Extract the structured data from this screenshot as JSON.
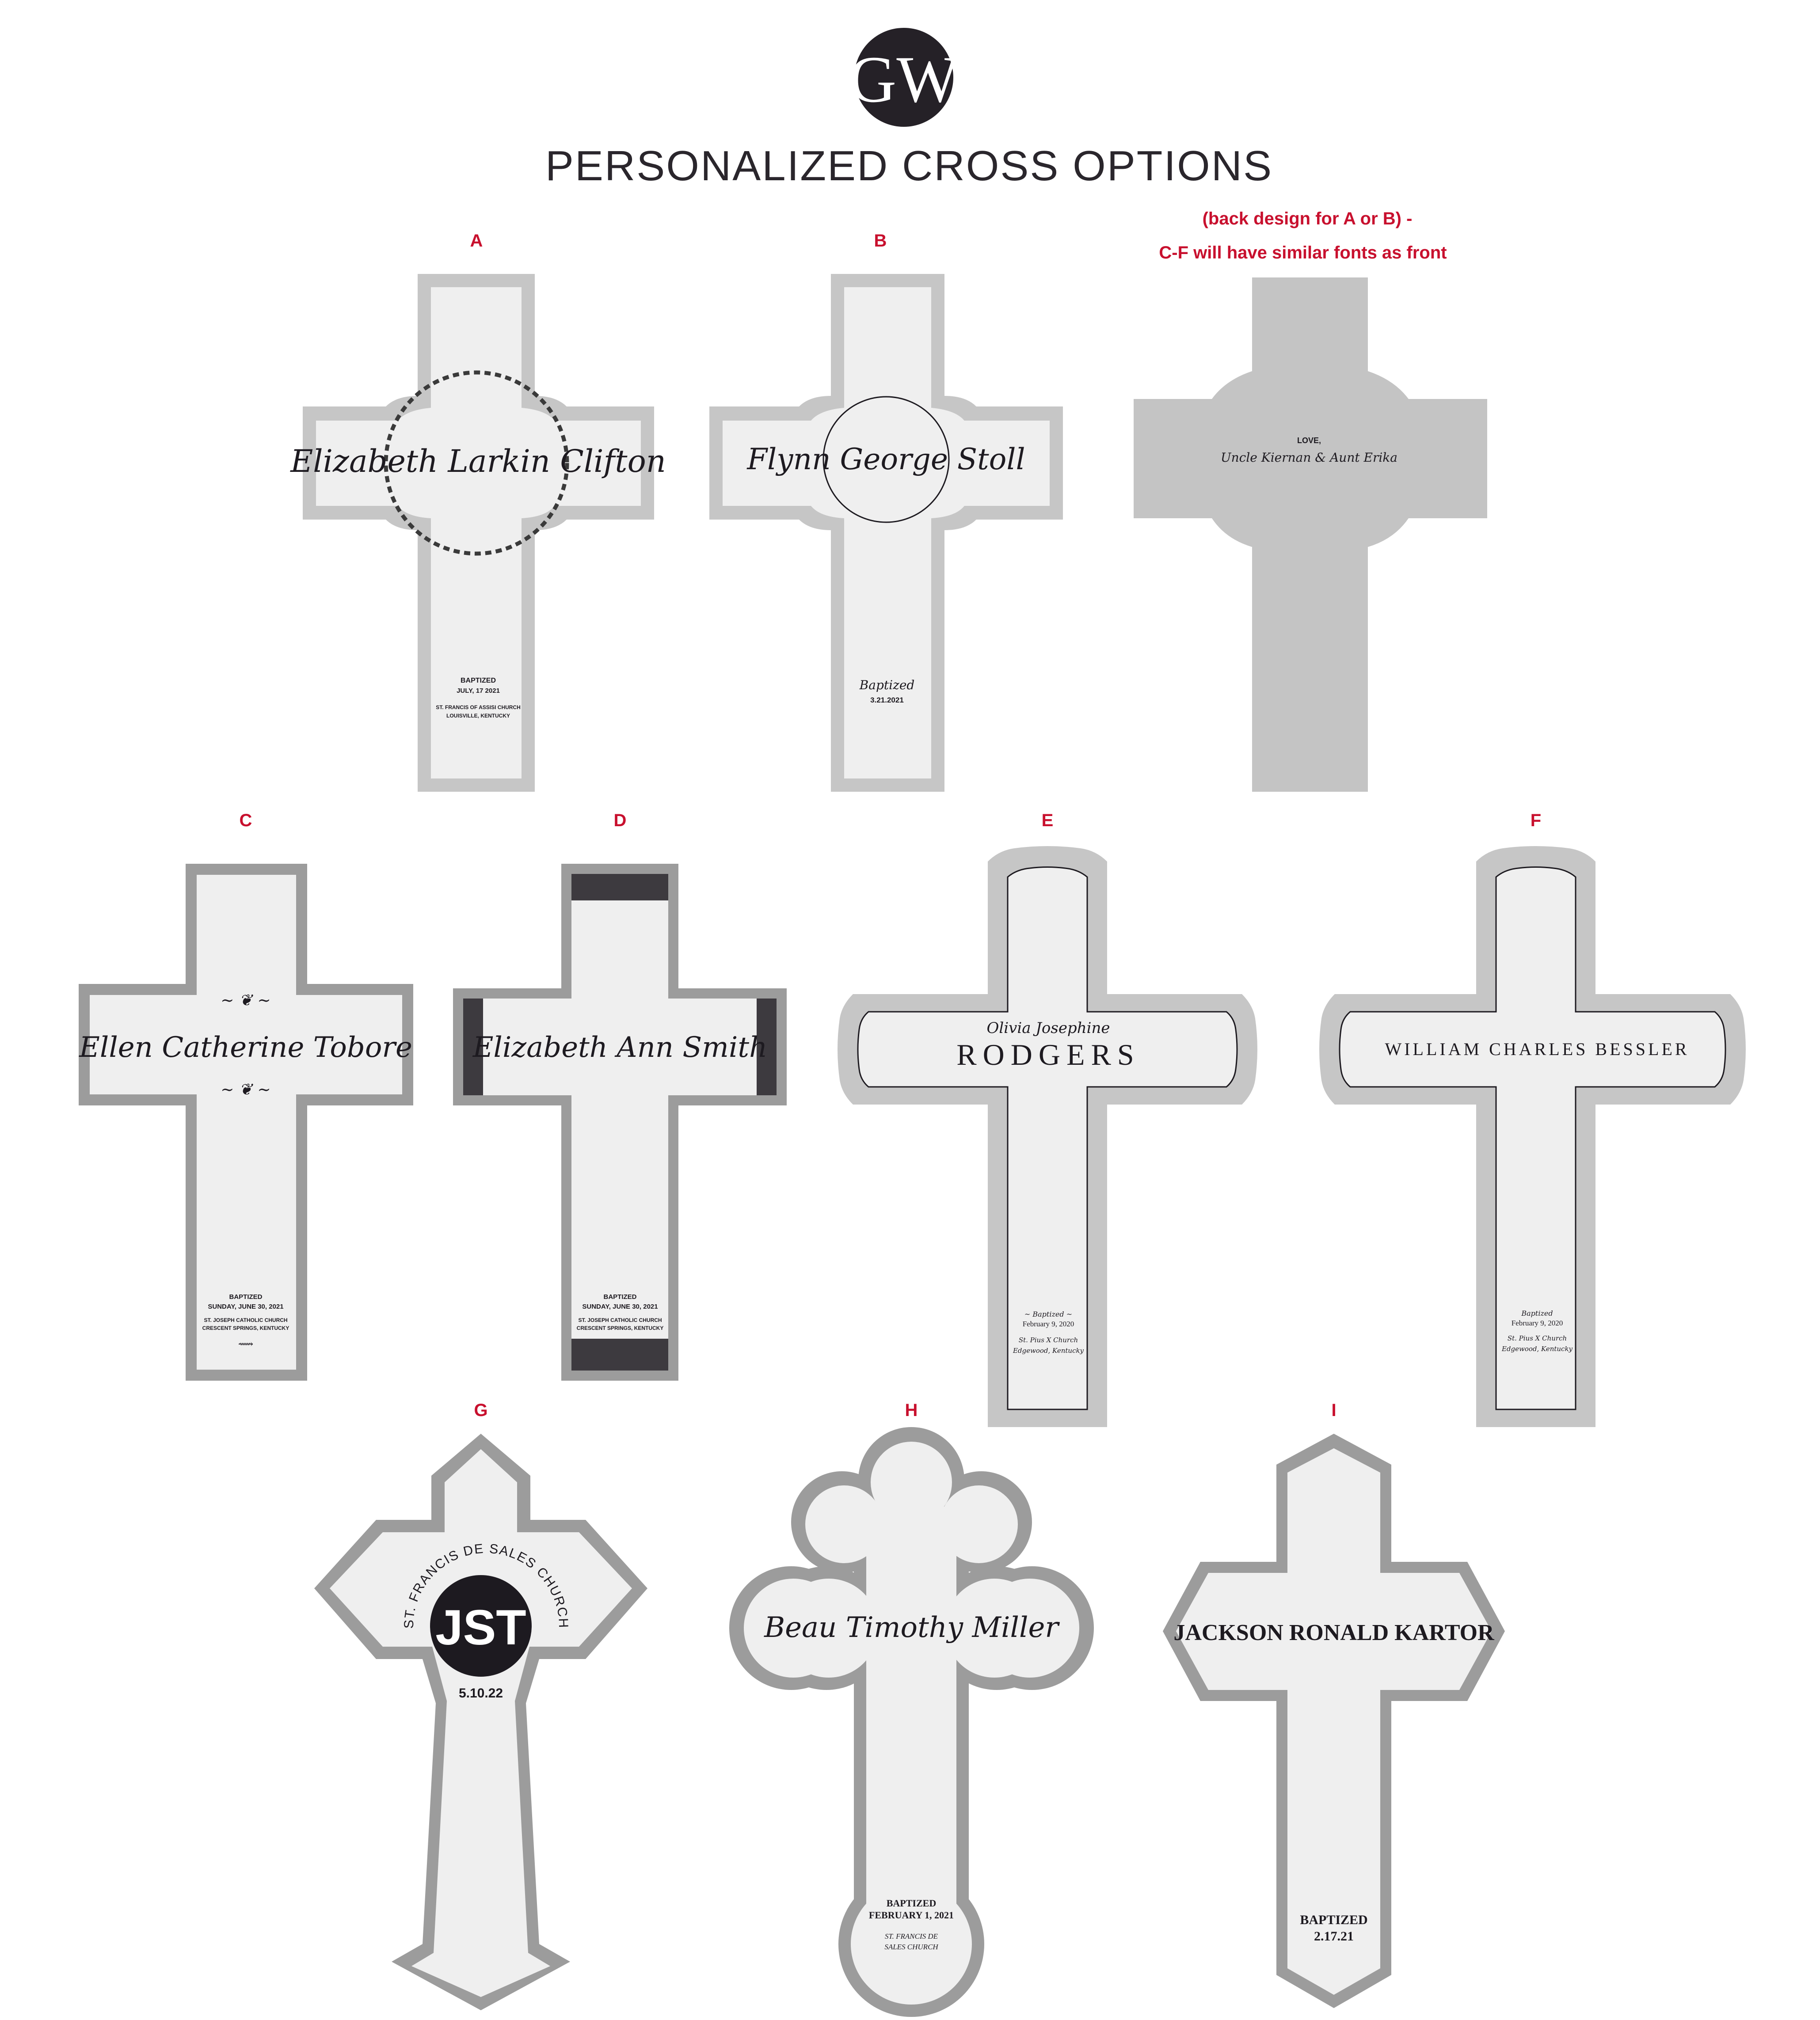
{
  "logo": {
    "letters": "GW"
  },
  "page_title": "PERSONALIZED CROSS OPTIONS",
  "colors": {
    "accent": "#c8102e",
    "border_light": "#c6c6c6",
    "border_dark": "#9c9c9c",
    "inner": "#efefef",
    "back": "#c4c4c4",
    "ink": "#1d1a20"
  },
  "back_note": {
    "line1": "(back design for A or B) -",
    "line2": "C-F will have similar fonts as front"
  },
  "crosses": {
    "a": {
      "label": "A",
      "name": "Elizabeth Larkin Clifton",
      "line1": "BAPTIZED",
      "line2": "JULY, 17 2021",
      "line3": "ST. FRANCIS OF ASSISI CHURCH",
      "line4": "LOUISVILLE, KENTUCKY"
    },
    "b": {
      "label": "B",
      "name": "Flynn George Stoll",
      "line1": "Baptized",
      "line2": "3.21.2021"
    },
    "back": {
      "line1": "LOVE,",
      "line2": "Uncle Kiernan & Aunt Erika"
    },
    "c": {
      "label": "C",
      "name": "Ellen Catherine Tobore",
      "line1": "BAPTIZED",
      "line2": "SUNDAY, JUNE 30, 2021",
      "line3": "ST. JOSEPH CATHOLIC CHURCH",
      "line4": "CRESCENT SPRINGS, KENTUCKY"
    },
    "d": {
      "label": "D",
      "name": "Elizabeth Ann Smith",
      "line1": "BAPTIZED",
      "line2": "SUNDAY, JUNE 30, 2021",
      "line3": "ST. JOSEPH CATHOLIC CHURCH",
      "line4": "CRESCENT SPRINGS, KENTUCKY"
    },
    "e": {
      "label": "E",
      "first": "Olivia Josephine",
      "last": "RODGERS",
      "line1": "~ Baptized ~",
      "line2": "February 9, 2020",
      "line3": "St. Pius X Church",
      "line4": "Edgewood, Kentucky"
    },
    "f": {
      "label": "F",
      "name": "WILLIAM CHARLES BESSLER",
      "line1": "Baptized",
      "line2": "February 9, 2020",
      "line3": "St. Pius X Church",
      "line4": "Edgewood, Kentucky"
    },
    "g": {
      "label": "G",
      "church": "ST. FRANCIS DE SALES CHURCH",
      "monogram": "JST",
      "date": "5.10.22"
    },
    "h": {
      "label": "H",
      "name": "Beau Timothy Miller",
      "line1": "BAPTIZED",
      "line2": "FEBRUARY 1, 2021",
      "line3": "ST. FRANCIS DE",
      "line4": "SALES CHURCH"
    },
    "i": {
      "label": "I",
      "name": "JACKSON RONALD KARTOR",
      "line1": "BAPTIZED",
      "line2": "2.17.21"
    }
  }
}
